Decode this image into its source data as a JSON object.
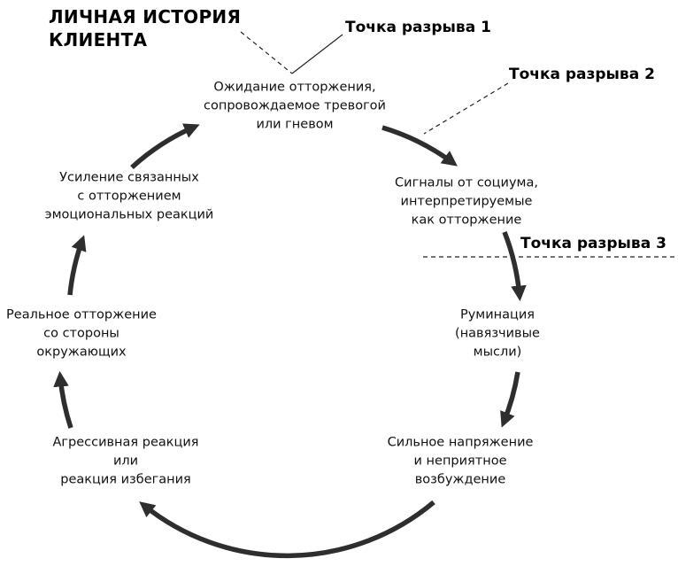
{
  "title": "ЛИЧНАЯ ИСТОРИЯ\nКЛИЕНТА",
  "break_points": [
    {
      "label": "Точка разрыва 1"
    },
    {
      "label": "Точка разрыва 2"
    },
    {
      "label": "Точка разрыва 3"
    }
  ],
  "nodes": [
    {
      "id": "expectation-of-rejection",
      "text": "Ожидание отторжения,\nсопровождаемое тревогой\nили гневом"
    },
    {
      "id": "social-signals",
      "text": "Сигналы от социума,\nинтерпретируемые\nкак отторжение"
    },
    {
      "id": "rumination",
      "text": "Руминация\n(навязчивые\nмысли)"
    },
    {
      "id": "tension-arousal",
      "text": "Сильное напряжение\nи неприятное\nвозбуждение"
    },
    {
      "id": "aggressive-or-avoidant-reaction",
      "text": "Агрессивная реакция\nили\nреакция избегания"
    },
    {
      "id": "real-rejection",
      "text": "Реальное отторжение\nсо стороны\nокружающих"
    },
    {
      "id": "amplified-emotional-reactions",
      "text": "Усиление связанных\nс отторжением\nэмоциональных реакций"
    }
  ],
  "cycle_order": [
    "expectation-of-rejection",
    "social-signals",
    "rumination",
    "tension-arousal",
    "aggressive-or-avoidant-reaction",
    "real-rejection",
    "amplified-emotional-reactions"
  ],
  "colors": {
    "arrow": "#2e2e2e",
    "text": "#111111",
    "background": "#ffffff"
  }
}
